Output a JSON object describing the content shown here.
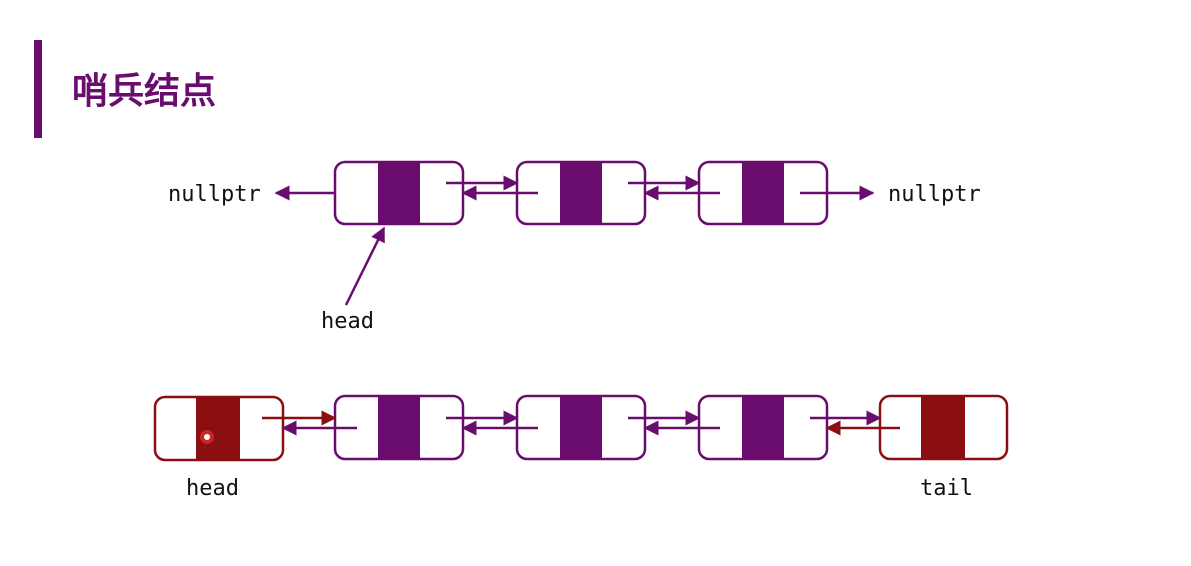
{
  "title": "哨兵结点",
  "colors": {
    "accent": "#6a0c6e",
    "sentinel": "#8b0e10",
    "label": "#111111",
    "pointer_dot": "#ff3b3b"
  },
  "top_list": {
    "left_null_label": "nullptr",
    "right_null_label": "nullptr",
    "head_label": "head"
  },
  "bottom_list": {
    "head_label": "head",
    "tail_label": "tail"
  }
}
